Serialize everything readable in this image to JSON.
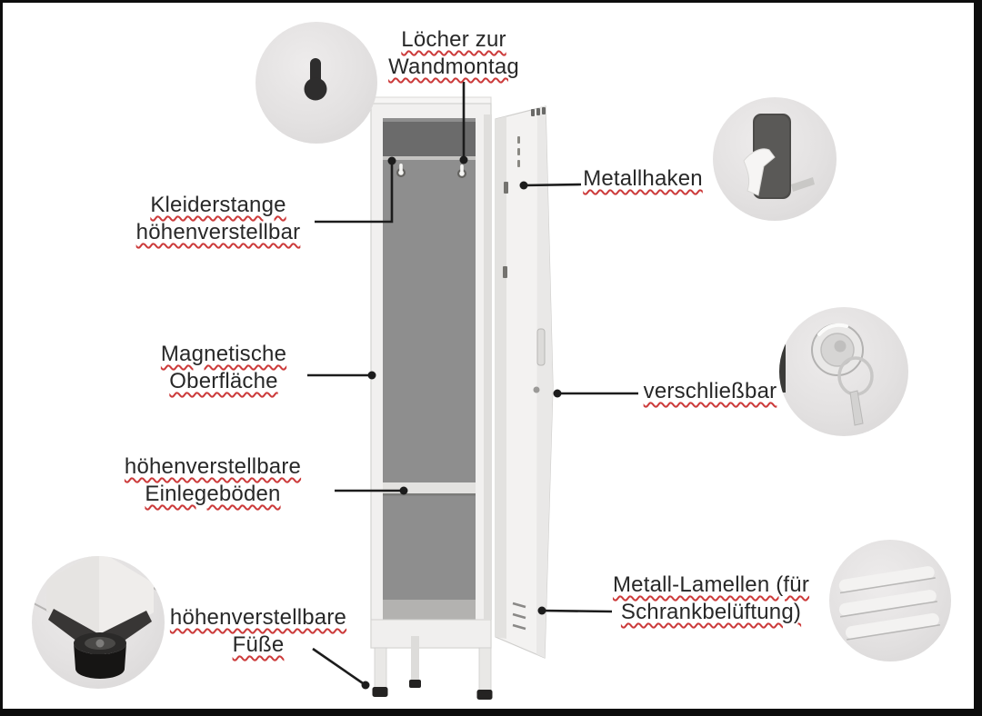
{
  "colors": {
    "background": "#ffffff",
    "frame": "#0d0d0d",
    "label_text": "#282828",
    "spellcheck_underline": "#cc3a3a",
    "connector_line": "#1c1c1c",
    "locker_body": "#f1f0ef",
    "locker_interior_back": "#8e8e8e",
    "locker_interior_top": "#6b6b6b",
    "shelf": "#e3e2e0",
    "inset_circle_bg": "#e0dede",
    "foot_cap": "#242322"
  },
  "callouts": [
    {
      "id": "wall-mount",
      "lines": [
        "Löcher zur",
        "Wandmontag"
      ]
    },
    {
      "id": "clothes-rail",
      "lines": [
        "Kleiderstange",
        "höhenverstellbar"
      ]
    },
    {
      "id": "metal-hook",
      "lines": [
        "Metallhaken"
      ]
    },
    {
      "id": "magnetic-surface",
      "lines": [
        "Magnetische",
        "Oberfläche"
      ]
    },
    {
      "id": "shelves",
      "lines": [
        "höhenverstellbare",
        "Einlegeböden"
      ]
    },
    {
      "id": "lockable",
      "lines": [
        "verschließbar"
      ]
    },
    {
      "id": "air-vents",
      "lines": [
        "Metall-Lamellen (für",
        "Schrankbelüftung)"
      ]
    },
    {
      "id": "adjustable-feet",
      "lines": [
        "höhenverstellbare",
        "Füße"
      ]
    }
  ],
  "insets": [
    {
      "id": "wall-mount-hole",
      "icon": "keyhole-icon"
    },
    {
      "id": "metal-hook",
      "icon": "hook-icon"
    },
    {
      "id": "lock-with-key",
      "icon": "lock-key-icon"
    },
    {
      "id": "air-vents",
      "icon": "vent-slats-icon"
    },
    {
      "id": "adjustable-foot",
      "icon": "foot-icon"
    }
  ]
}
